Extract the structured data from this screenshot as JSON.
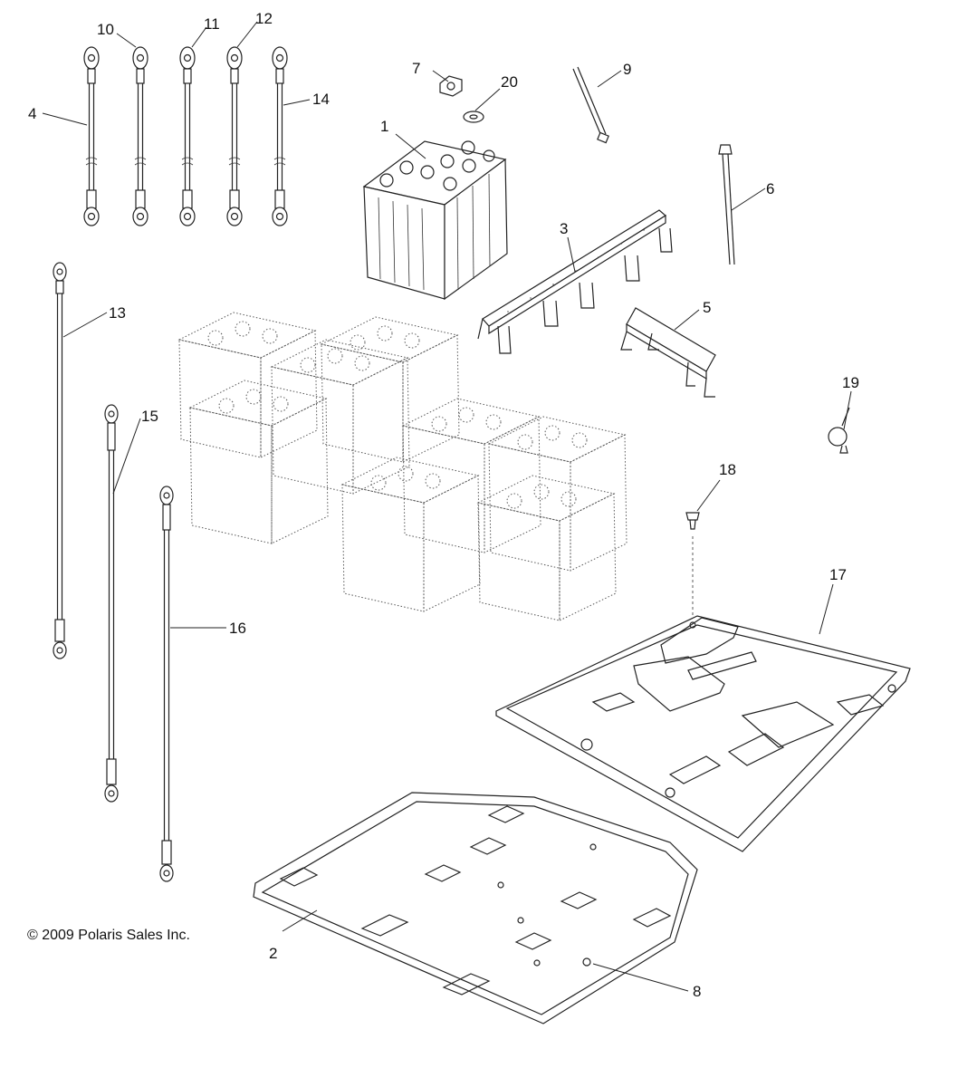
{
  "callouts": {
    "c1": "1",
    "c2": "2",
    "c3": "3",
    "c4": "4",
    "c5": "5",
    "c6": "6",
    "c7": "7",
    "c8": "8",
    "c9": "9",
    "c10": "10",
    "c11": "11",
    "c12": "12",
    "c13": "13",
    "c14": "14",
    "c15": "15",
    "c16": "16",
    "c17": "17",
    "c18": "18",
    "c19": "19",
    "c20": "20"
  },
  "copyright": "© 2009 Polaris Sales Inc."
}
